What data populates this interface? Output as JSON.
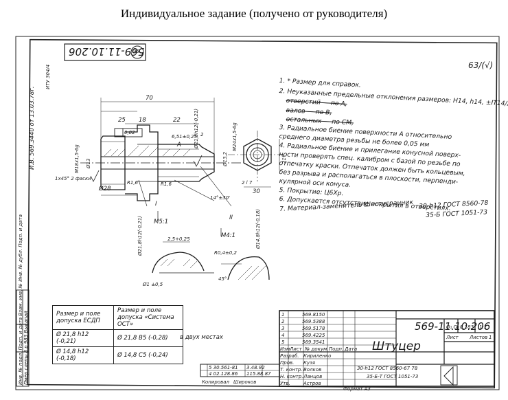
{
  "page": {
    "title": "Индивидуальное задание (получено от руководителя)"
  },
  "drawing": {
    "number_top": "569-11.10.206",
    "number_circle": "95",
    "side_code": "И.В. 569.3440 от 13.03.78г.",
    "roughness": "63/(√)",
    "notes": [
      "1. * Размер для справок.",
      "2. Неуказанные предельные отклонения размеров: H14, h14, ±IT14/2",
      "отверстий — по А,",
      "валов — по В,",
      "остальных — по СМ,",
      "3. Радиальное биение поверхности А относительно",
      "среднего диаметра резьбы не более 0,05 мм",
      "4. Радиальное биение и прилегание конусной поверх-",
      "ности проверять спец. калибром с базой по резьбе по",
      "отпечатку краски. Отпечаток должен быть кольцевым,",
      "без разрыва и располагаться в плоскости, перпенди-",
      "кулярной оси конуса.",
      "5. Покрытие: Ц6Хр.",
      "6. Допускается отсутствие покрытия в отверстиях.",
      "7. Материал-заменитель Шестигранник"
    ],
    "material_replacement": {
      "line1": "30-h12 ГОСТ 8560-78",
      "line2": "35-Б ГОСТ 1051-73"
    },
    "dims": {
      "len_70": "70",
      "len_25": "25",
      "len_18": "18",
      "len_22": "22",
      "len_2": "2",
      "thread": "M18x1,5-6g",
      "thread_right": "M24x1,5-6g",
      "dia_21_8": "Ø21,8h12(-0,21)",
      "dia_6_51": "6,51±0,25",
      "dia_28": "Ø28",
      "dia_13": "Ø13",
      "dia_13_2": "Ø13,2",
      "chamfer": "1x45° 2 фаски",
      "runout": "0,02",
      "cone": "14°±30'",
      "r": "R1,6",
      "r_b": "R1,6",
      "a": "A",
      "hex_30": "30",
      "hex_2_17": "2 l 7",
      "ref_21": "21*"
    },
    "details": {
      "detail_1_label": "I",
      "detail_1_scale": "M5:1",
      "detail_1_width": "2,5+0,25",
      "detail_1_dia": "Ø21,8h12(-0,21)",
      "detail_1_r": "Ø1 ±0,5",
      "detail_2_label": "II",
      "detail_2_scale": "M4:1",
      "detail_2_r": "R0,4±0,2",
      "detail_2_dia": "Ø14,8h12(-0,18)",
      "detail_2_angle": "45°"
    },
    "tolerance_table": {
      "headers": [
        "Размер и поле допуска ЕСДП",
        "Размер и поле допуска «Система ОСТ»"
      ],
      "rows": [
        [
          "Ø 21,8 h12 (-0,21)",
          "Ø 21,8 В5 (-0,28)"
        ],
        [
          "Ø 14,8 h12 (-0,18)",
          "Ø 14,8 С5 (-0,24)"
        ]
      ],
      "note": "в двух местах"
    },
    "title_block": {
      "designation": "569-11.10.206",
      "name": "Штуцер",
      "material_1": "30-h12 ГОСТ 8560-67 78",
      "material_2": "35-Б-Т ГОСТ 1051-73",
      "mass": "0,183",
      "scale": "1:1",
      "sheet_label": "Лист",
      "sheets_label": "Листов",
      "sheets": "1",
      "letter": "О₁ О₂",
      "roles": [
        "Изм",
        "Лист",
        "№ докум.",
        "Подп.",
        "Дата",
        "Разраб.",
        "Пров.",
        "Т. контр.",
        "Н. контр.",
        "Утв."
      ],
      "names": [
        "Кириленко",
        "Кузя",
        "Волков",
        "Ланцов",
        "Астров"
      ],
      "changes": [
        "569.8150",
        "569.5388",
        "569.5178",
        "569.4225",
        "569.3541"
      ],
      "rev_nums": [
        "1",
        "2",
        "3",
        "4",
        "5"
      ],
      "bottom_codes": [
        "5 30.561-81",
        "4 02.128.86",
        "3.48.92",
        "115.88.87"
      ],
      "copied": "Копировал",
      "format": "Формат А3",
      "kopirov_name": "Широков"
    },
    "side_stamp": "Инв. № подл.   Подп. и дата   Взам. инв. №   Инв. № дубл.   Подп. и дата",
    "side_stamp_values": "Пмёр  слепы 8 р 983 Выкапай",
    "corner_marks": [
      "ИТУ 304/4"
    ]
  }
}
